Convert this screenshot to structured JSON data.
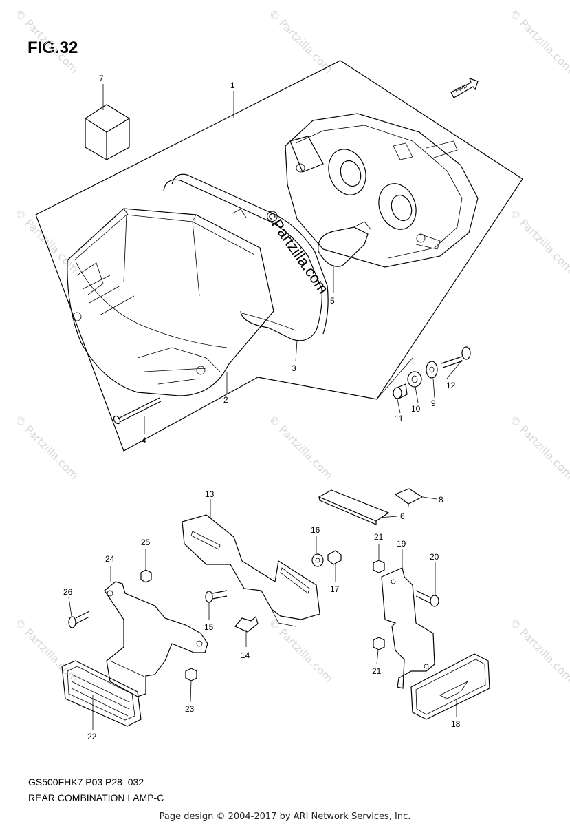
{
  "figure": {
    "title": "FIG.32",
    "model_code": "GS500FHK7 P03 P28_032",
    "section_name": "REAR COMBINATION LAMP-C"
  },
  "watermark": {
    "text": "© Partzilla.com",
    "center_text": "©Partzilla.com"
  },
  "footer": {
    "credit": "Page design © 2004-2017 by ARI Network Services, Inc."
  },
  "forward_marker": "FWD",
  "callouts": [
    "1",
    "2",
    "3",
    "4",
    "5",
    "6",
    "7",
    "8",
    "9",
    "10",
    "11",
    "12",
    "13",
    "14",
    "15",
    "16",
    "17",
    "18",
    "19",
    "20",
    "21",
    "21",
    "22",
    "23",
    "24",
    "25",
    "26"
  ]
}
